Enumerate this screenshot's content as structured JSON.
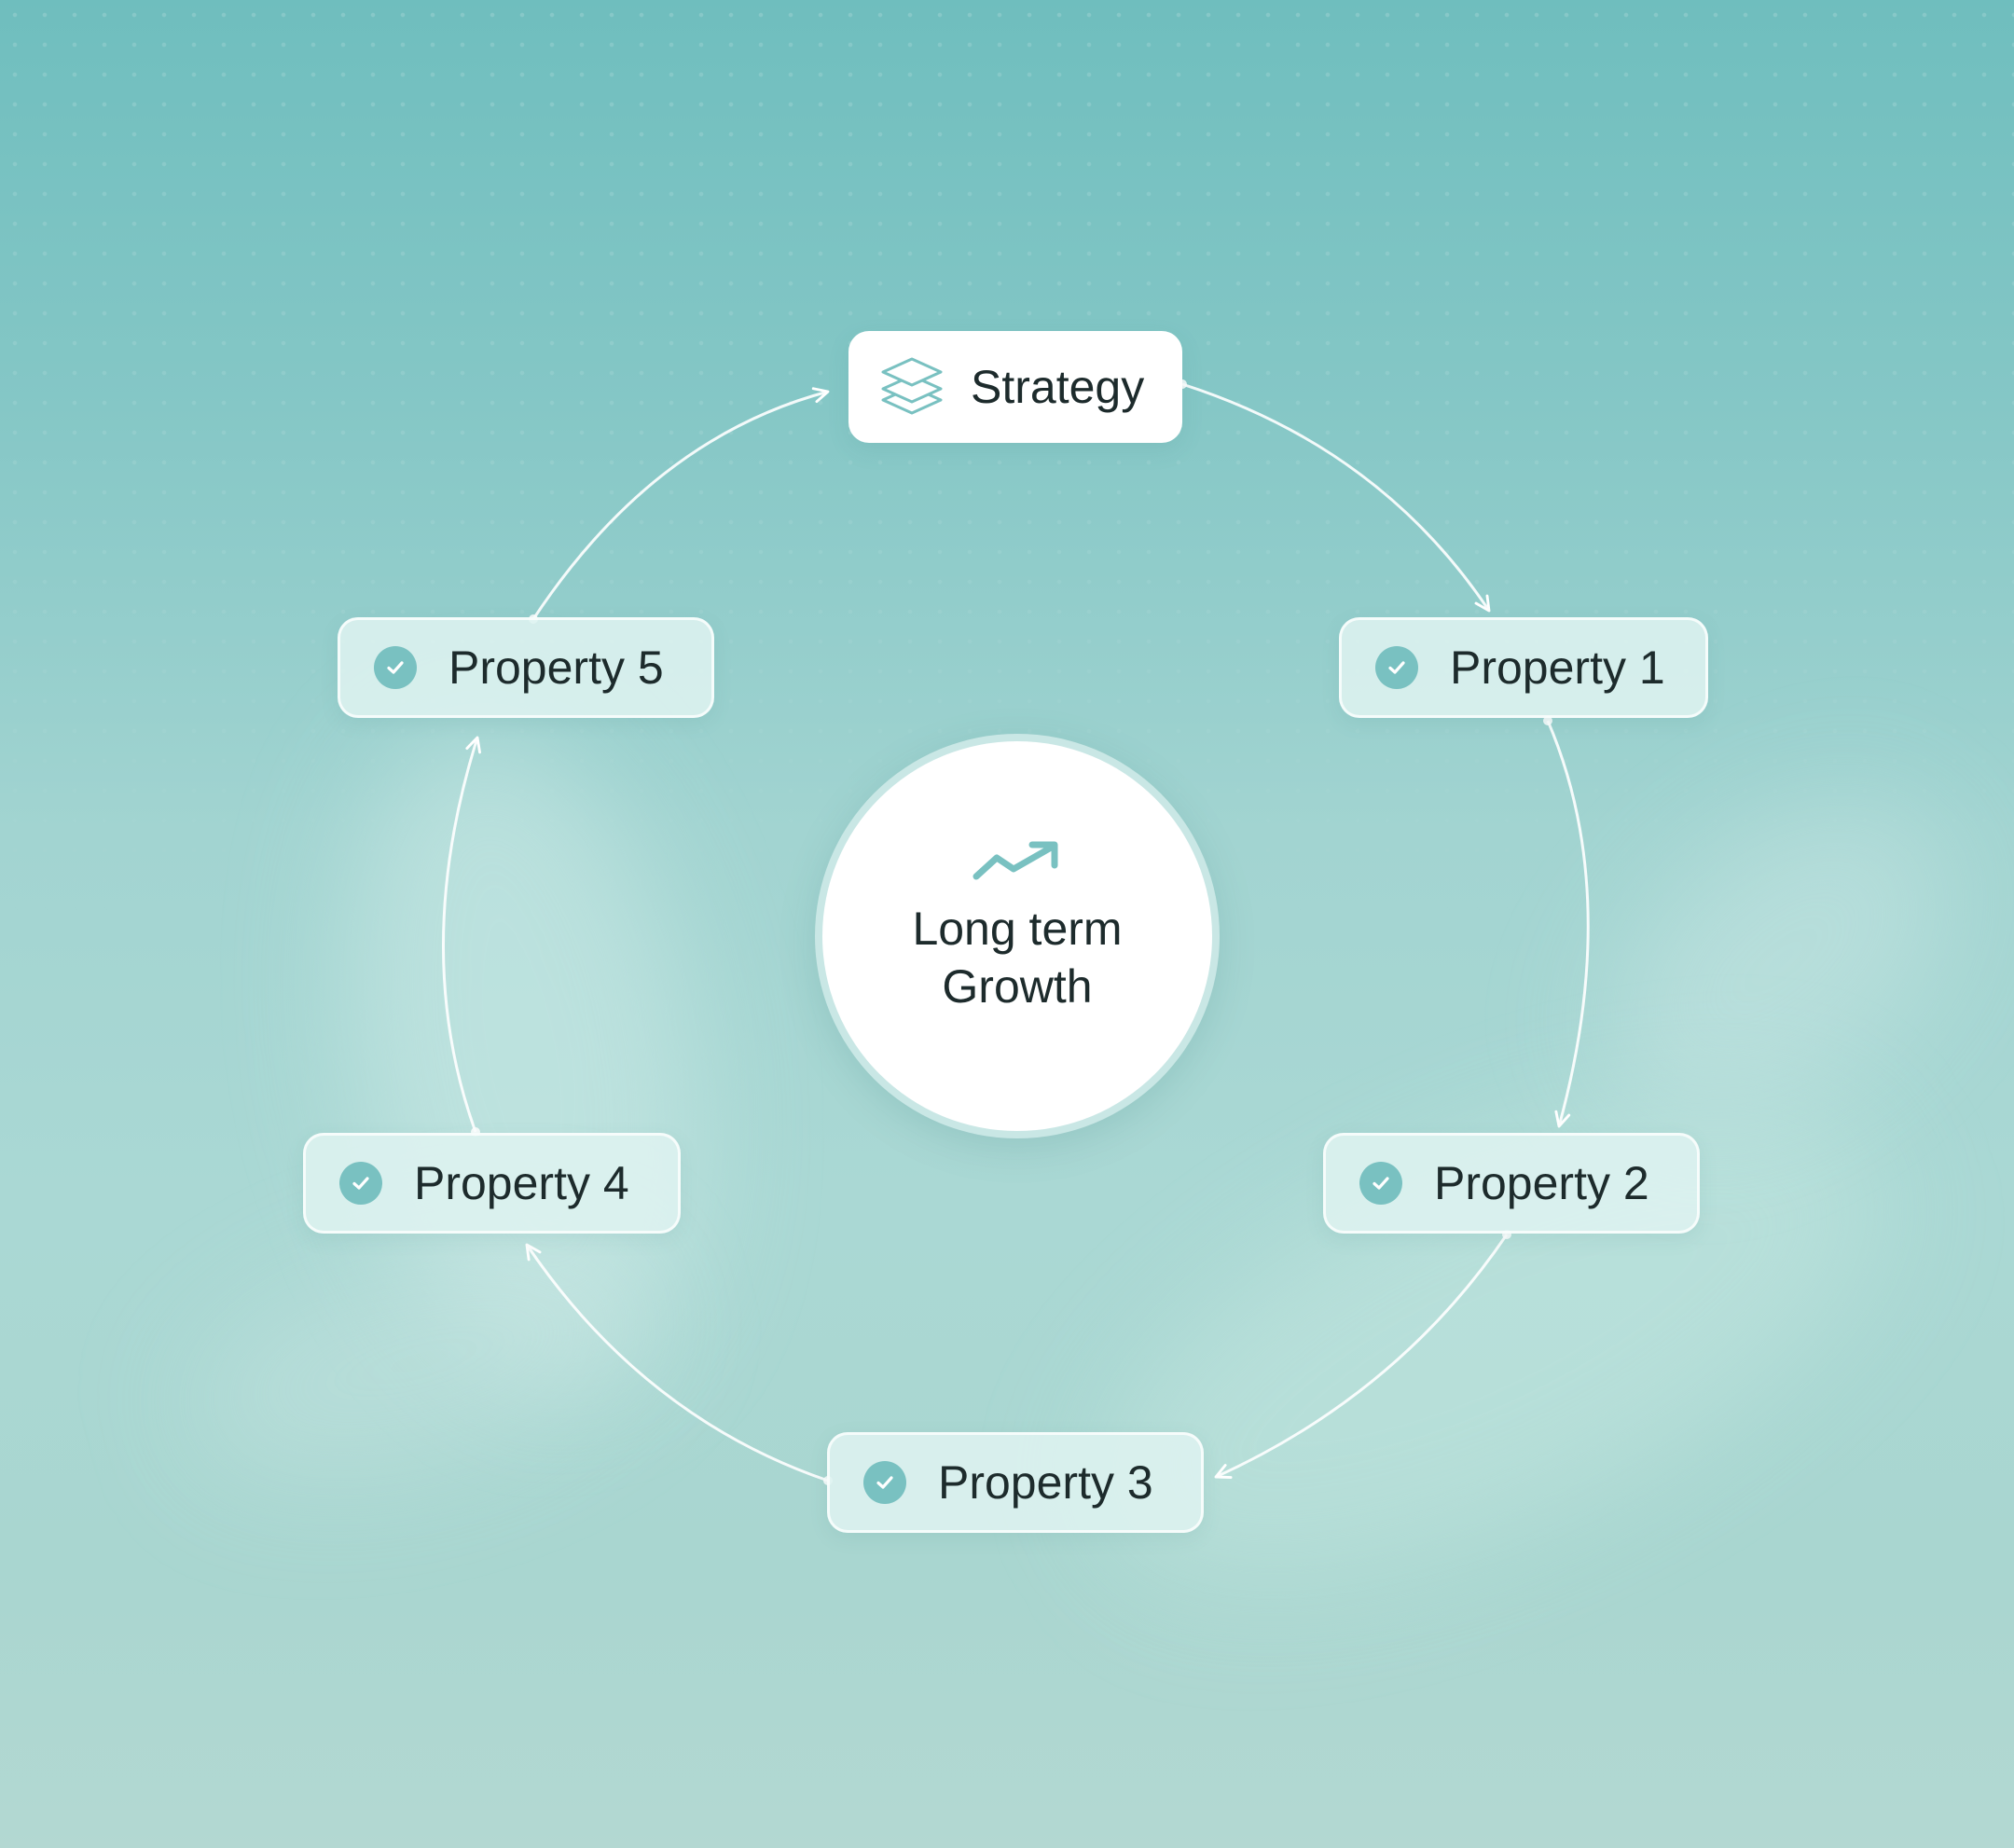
{
  "diagram": {
    "center": {
      "icon": "trend-up-icon",
      "line1": "Long term",
      "line2": "Growth"
    },
    "strategy": {
      "icon": "layers-icon",
      "label": "Strategy"
    },
    "properties": [
      {
        "label": "Property 1",
        "icon": "check-circle-icon"
      },
      {
        "label": "Property 2",
        "icon": "check-circle-icon"
      },
      {
        "label": "Property 3",
        "icon": "check-circle-icon"
      },
      {
        "label": "Property 4",
        "icon": "check-circle-icon"
      },
      {
        "label": "Property 5",
        "icon": "check-circle-icon"
      }
    ],
    "cycle_order": [
      "Strategy",
      "Property 1",
      "Property 2",
      "Property 3",
      "Property 4",
      "Property 5",
      "Strategy"
    ]
  },
  "colors": {
    "accent": "#79c1c1",
    "text": "#1d2b2c",
    "connector": "#ffffff",
    "background_top": "#6fbebe",
    "background_bottom": "#b3d8d2"
  }
}
